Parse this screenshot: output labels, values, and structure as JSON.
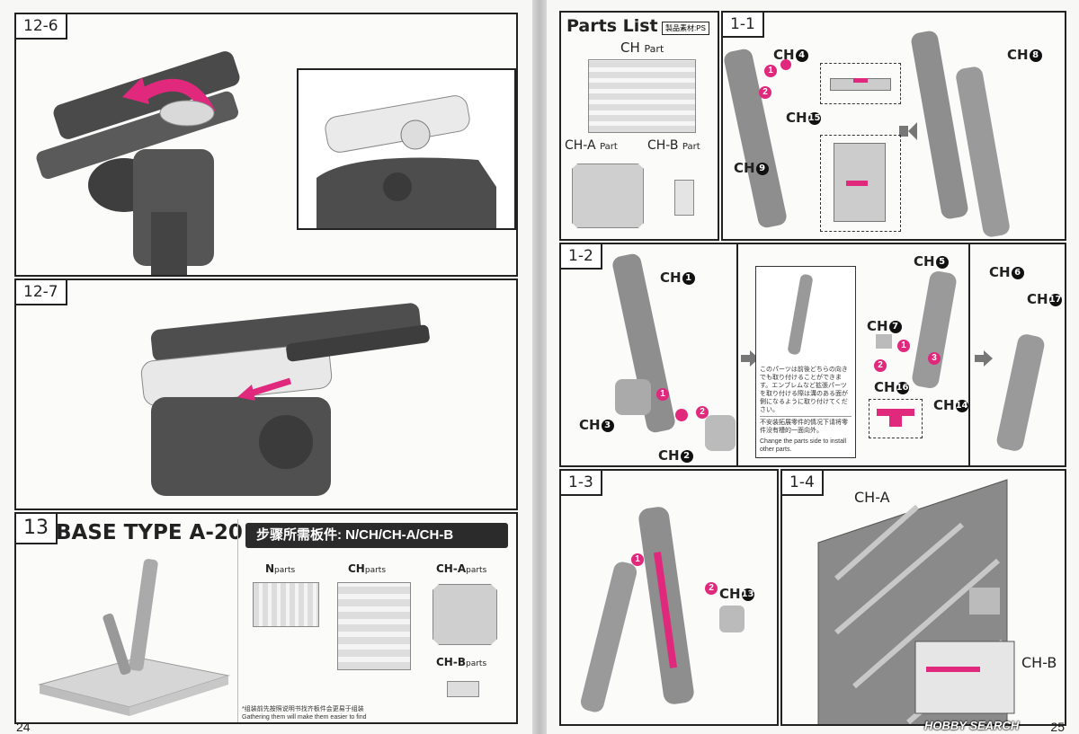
{
  "left": {
    "page_number": "24",
    "steps": {
      "s12_6": "12-6",
      "s12_7": "12-7",
      "s13": "13"
    },
    "base_title": "BASE TYPE A-20",
    "required_header": "步骤所需板件: N/CH/CH-A/CH-B",
    "parts_labels": {
      "n": "N",
      "n_suffix": "parts",
      "ch": "CH",
      "ch_suffix": "parts",
      "cha": "CH-A",
      "cha_suffix": "parts",
      "chb": "CH-B",
      "chb_suffix": "parts"
    },
    "footnote_cn": "*组装前先按照说明书找齐板件会更易于组装",
    "footnote_en": "Gathering them will make them easier to find"
  },
  "right": {
    "page_number": "25",
    "parts_list_title": "Parts List",
    "material": "製品素材:PS",
    "ch_part": "CH",
    "cha_part": "CH-A",
    "chb_part": "CH-B",
    "part_suffix": "Part",
    "steps": {
      "s1_1": "1-1",
      "s1_2": "1-2",
      "s1_3": "1-3",
      "s1_4": "1-4"
    },
    "callouts_1_1": {
      "ch4": "CH",
      "ch4_num": "4",
      "ch15": "CH",
      "ch15_num": "15",
      "ch9": "CH",
      "ch9_num": "9",
      "ch8": "CH",
      "ch8_num": "8"
    },
    "callouts_1_2": {
      "ch1": "CH",
      "ch1_num": "1",
      "ch3": "CH",
      "ch3_num": "3",
      "ch2": "CH",
      "ch2_num": "2",
      "ch5": "CH",
      "ch5_num": "5",
      "ch7": "CH",
      "ch7_num": "7",
      "ch16": "CH",
      "ch16_num": "16",
      "ch14": "CH",
      "ch14_num": "14",
      "ch6": "CH",
      "ch6_num": "6",
      "ch17": "CH",
      "ch17_num": "17"
    },
    "note_jp": "このパーツは前後どちらの向きでも取り付けることができます。エンブレムなど拡張パーツを取り付ける際は溝のある面が側になるように取り付けてください。",
    "note_cn": "不安装拓展零件的情况下请将零件没有槽的一面向外。",
    "note_en": "Change the parts side to install other parts.",
    "callouts_1_3": {
      "ch13": "CH",
      "ch13_num": "13"
    },
    "callouts_1_4": {
      "cha": "CH-A",
      "chb": "CH-B"
    },
    "watermark": "HOBBY SEARCH"
  },
  "colors": {
    "accent": "#e0297c",
    "ink": "#222222",
    "gray": "#777777"
  }
}
